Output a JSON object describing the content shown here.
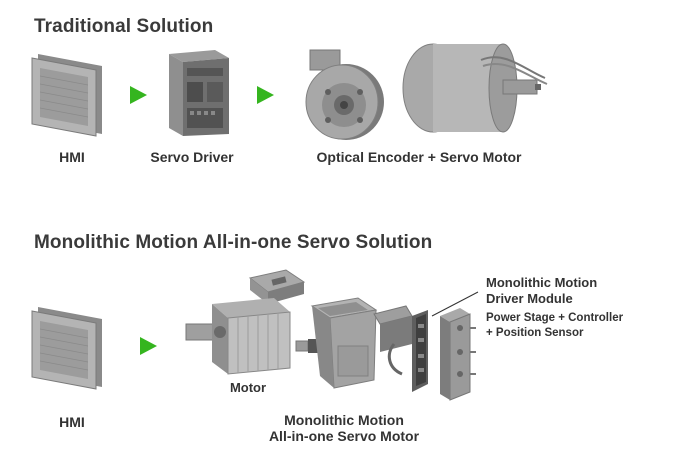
{
  "traditional": {
    "title": "Traditional Solution",
    "labels": {
      "hmi": "HMI",
      "servo_driver": "Servo Driver",
      "encoder_motor": "Optical Encoder + Servo Motor"
    }
  },
  "monolithic": {
    "title": "Monolithic Motion All-in-one Servo Solution",
    "labels": {
      "hmi": "HMI",
      "motor": "Motor",
      "driver_module_line1": "Monolithic Motion",
      "driver_module_line2": "Driver Module",
      "driver_module_desc_line1": "Power Stage + Controller",
      "driver_module_desc_line2": "+ Position Sensor",
      "all_in_one_line1": "Monolithic Motion",
      "all_in_one_line2": "All-in-one Servo Motor"
    }
  },
  "colors": {
    "arrow": "#35b51f",
    "metal_dark": "#6b6b6b",
    "metal_light": "#c9c9c9"
  }
}
